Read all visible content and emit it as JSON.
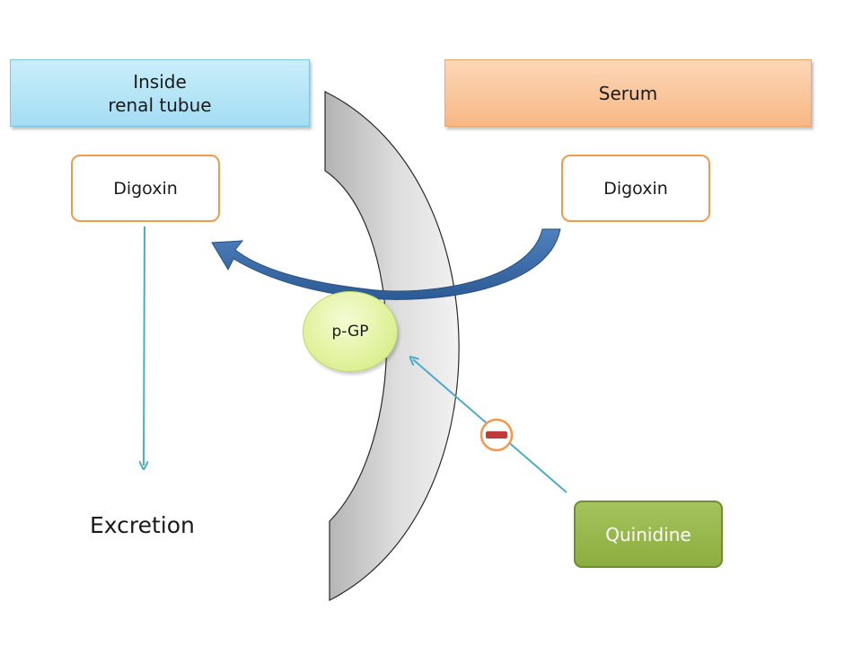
{
  "labels": {
    "inside_line1": "Inside",
    "inside_line2": "renal tubue",
    "serum": "Serum",
    "digoxin_inside": "Digoxin",
    "digoxin_serum": "Digoxin",
    "pgp": "p-GP",
    "excretion": "Excretion",
    "quinidine": "Quinidine"
  },
  "icons": {
    "inhibition": "minus-circle-icon"
  },
  "colors": {
    "membrane": "#d0d0d0",
    "transport_arrow": "#3a6aa8",
    "flow_arrow": "#4bacc6",
    "inhibit_ring": "#f79646",
    "inhibit_bar": "#c0393b"
  }
}
